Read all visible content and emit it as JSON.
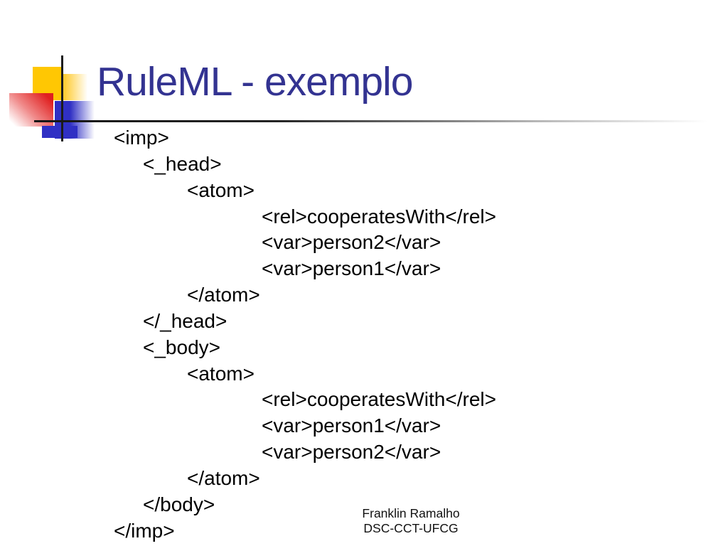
{
  "slide": {
    "title": "RuleML - exemplo",
    "title_color": "#333391",
    "background_color": "#ffffff"
  },
  "code": {
    "lines": [
      {
        "text": "<imp>",
        "indent": 0
      },
      {
        "text": "<_head>",
        "indent": 1
      },
      {
        "text": "<atom>",
        "indent": 2
      },
      {
        "text": "<rel>cooperatesWith</rel>",
        "indent": 3
      },
      {
        "text": "<var>person2</var>",
        "indent": 3
      },
      {
        "text": "<var>person1</var>",
        "indent": 3
      },
      {
        "text": "</atom>",
        "indent": 2
      },
      {
        "text": "</_head>",
        "indent": 1
      },
      {
        "text": "<_body>",
        "indent": 1
      },
      {
        "text": "<atom>",
        "indent": 2
      },
      {
        "text": "<rel>cooperatesWith</rel>",
        "indent": 3
      },
      {
        "text": "<var>person1</var>",
        "indent": 3
      },
      {
        "text": "<var>person2</var>",
        "indent": 3
      },
      {
        "text": "</atom>",
        "indent": 2
      },
      {
        "text": "</body>",
        "indent": 1
      },
      {
        "text": "</imp>",
        "indent": 0
      }
    ]
  },
  "footer": {
    "author": "Franklin Ramalho",
    "institution": "DSC-CCT-UFCG"
  },
  "decoration": {
    "yellow_square_color": "#ffc703",
    "red_square_color": "#e02020",
    "blue_square_color": "#3030c4",
    "line_color": "#1c1c1c"
  }
}
